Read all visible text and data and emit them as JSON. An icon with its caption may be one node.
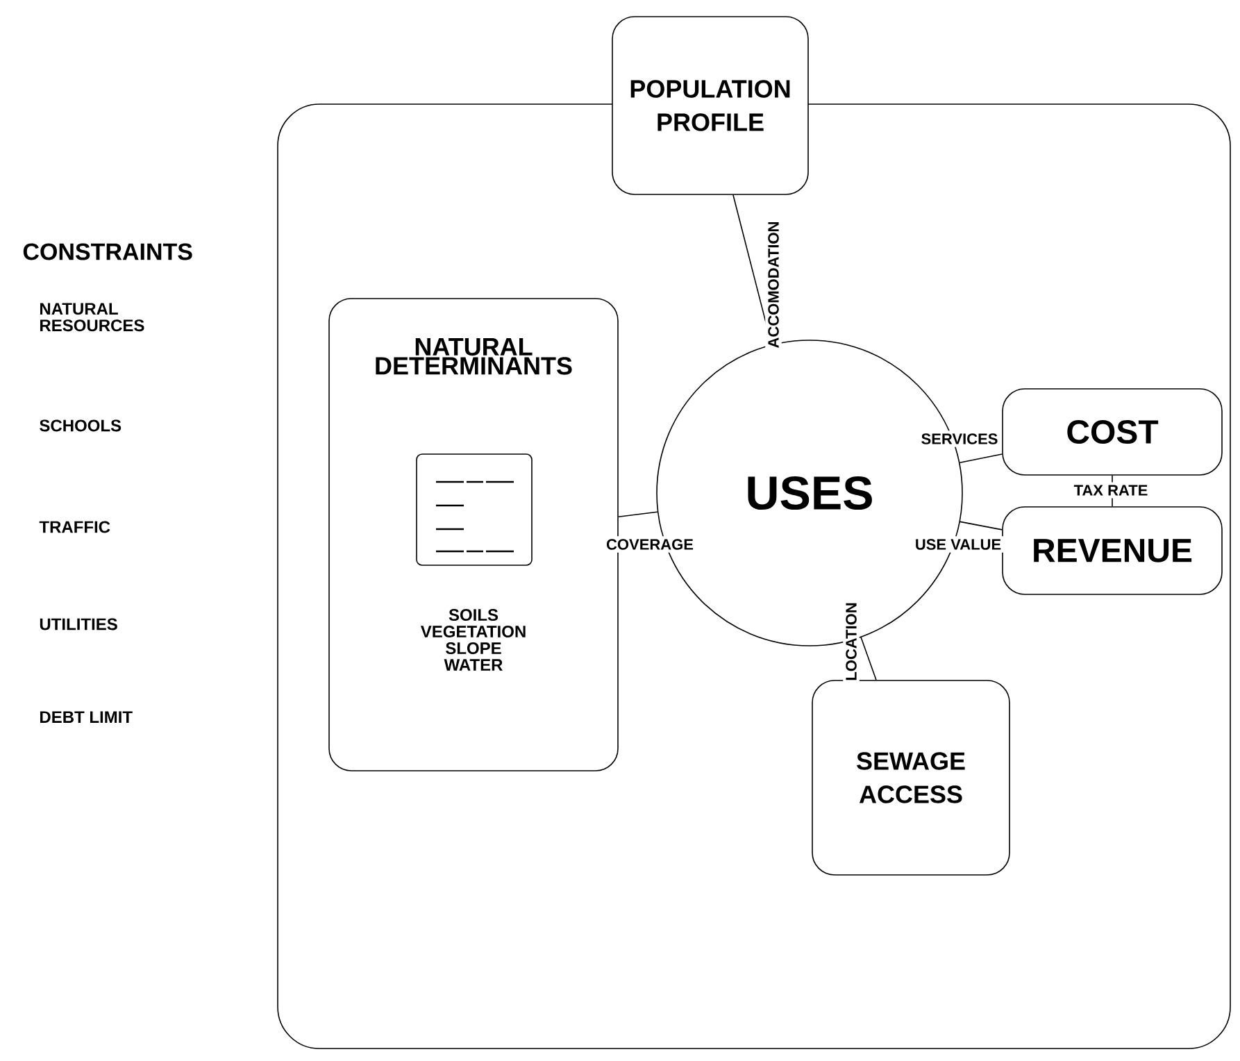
{
  "diagram": {
    "nodes": [
      {
        "text": [],
        "shape": "box"
      },
      {
        "text": [
          "POPULATION PROFILE"
        ]
      },
      {
        "text": [
          "NATURAL DETERMINANTS",
          "SOILS VEGETATION SLOPE WATER"
        ],
        "in": 0
      },
      {
        "text": [],
        "shape": "picture",
        "in": 2
      },
      {
        "text": [
          "USES"
        ],
        "in": 0
      },
      {
        "text": [
          "COST"
        ],
        "in": 0
      },
      {
        "text": [
          "REVENUE"
        ],
        "in": 0
      },
      {
        "text": [
          "SEWAGE ACCESS"
        ],
        "in": 0
      }
    ],
    "edges": [
      {
        "from": 1,
        "to": 4,
        "arrow": "none",
        "label": "ACCOMODATION"
      },
      {
        "from": 2,
        "to": 4,
        "arrow": "none",
        "label": "COVERAGE"
      },
      {
        "from": 4,
        "to": 5,
        "arrow": "none",
        "label": "SERVICES"
      },
      {
        "from": 4,
        "to": 6,
        "arrow": "none",
        "label": "USE VALUE"
      },
      {
        "from": 5,
        "to": 6,
        "arrow": "none",
        "label": "TAX RATE"
      },
      {
        "from": 4,
        "to": 7,
        "arrow": "none",
        "label": "LOCATION"
      }
    ],
    "labels": [
      "CONSTRAINTS",
      "NATURAL RESOURCES",
      "SCHOOLS",
      "TRAFFIC",
      "UTILITIES",
      "DEBT LIMIT"
    ]
  }
}
